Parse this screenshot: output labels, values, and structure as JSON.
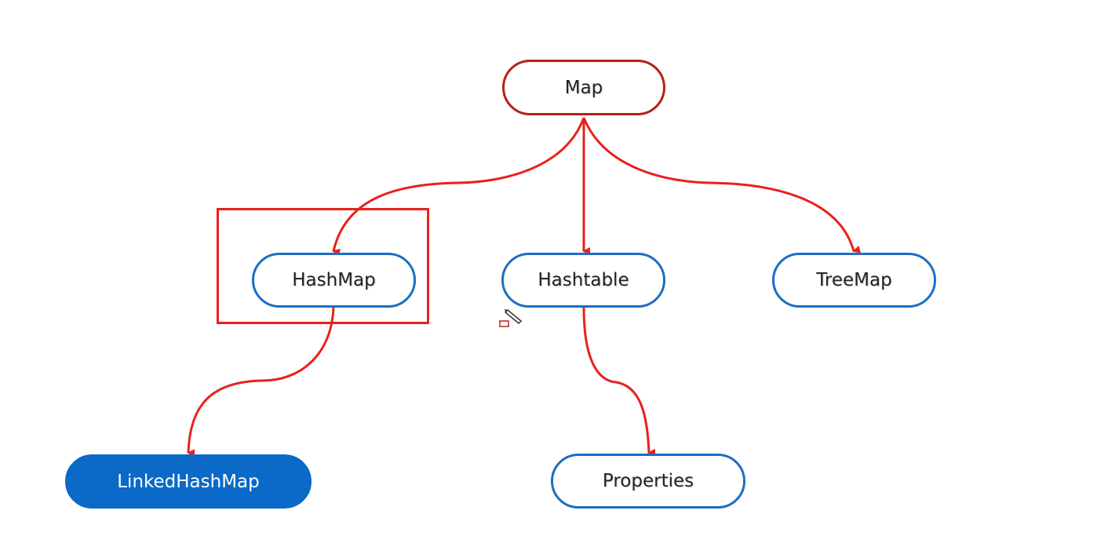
{
  "diagram": {
    "nodes": [
      {
        "id": "map",
        "label": "Map",
        "style": "root"
      },
      {
        "id": "hashmap",
        "label": "HashMap",
        "style": "child"
      },
      {
        "id": "hashtable",
        "label": "Hashtable",
        "style": "child"
      },
      {
        "id": "treemap",
        "label": "TreeMap",
        "style": "child"
      },
      {
        "id": "linkedhashmap",
        "label": "LinkedHashMap",
        "style": "filled"
      },
      {
        "id": "properties",
        "label": "Properties",
        "style": "child"
      }
    ],
    "edges": [
      {
        "from": "map",
        "to": "hashmap"
      },
      {
        "from": "map",
        "to": "hashtable"
      },
      {
        "from": "map",
        "to": "treemap"
      },
      {
        "from": "hashmap",
        "to": "linkedhashmap"
      },
      {
        "from": "hashtable",
        "to": "properties"
      }
    ],
    "highlighted_node": "hashmap"
  },
  "colors": {
    "edge": "#e8211a",
    "root_border": "#b32218",
    "node_border": "#1b6fc2",
    "filled_node": "#0b69c7",
    "highlight_box": "#e8211a"
  },
  "icons": {
    "cursor": "pencil-cursor-icon"
  }
}
